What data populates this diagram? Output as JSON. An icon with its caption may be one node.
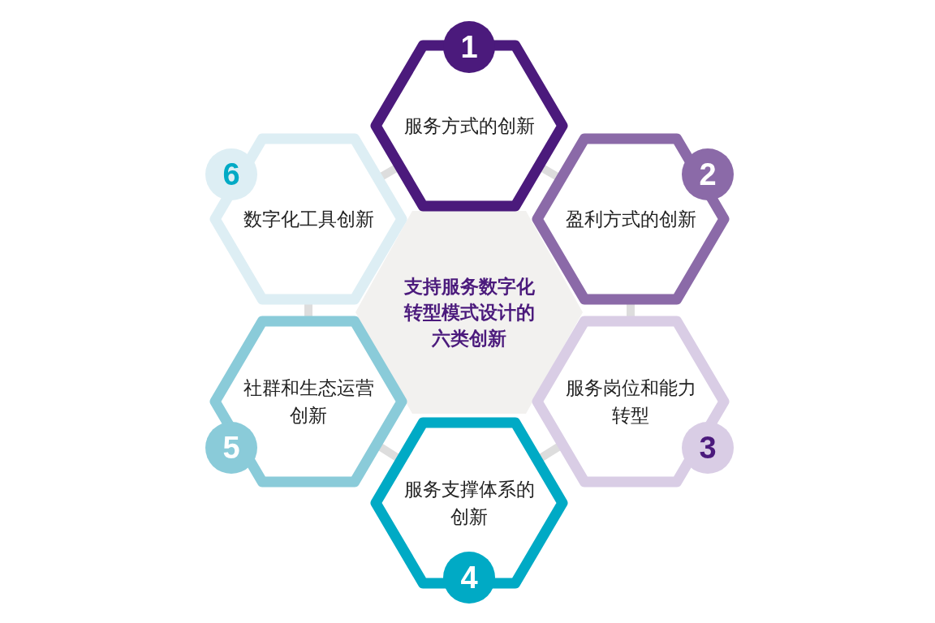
{
  "diagram": {
    "nodes": [
      {
        "text": [
          "支持服务数字化转型模式设计的六类创新"
        ]
      },
      {
        "text": [
          "1",
          "服务方式的创新"
        ]
      },
      {
        "text": [
          "2",
          "盈利方式的创新"
        ]
      },
      {
        "text": [
          "服务岗位和能力转型",
          "3"
        ]
      },
      {
        "text": [
          "服务支撑体系的创新",
          "4"
        ]
      },
      {
        "text": [
          "社群和生态运营创新",
          "5"
        ]
      },
      {
        "text": [
          "6",
          "数字化工具创新"
        ]
      }
    ],
    "edges": [
      {
        "from": 1,
        "to": 2,
        "arrow": "none"
      },
      {
        "from": 2,
        "to": 3,
        "arrow": "none"
      },
      {
        "from": 3,
        "to": 4,
        "arrow": "none"
      },
      {
        "from": 4,
        "to": 5,
        "arrow": "none"
      },
      {
        "from": 5,
        "to": 6,
        "arrow": "none"
      },
      {
        "from": 6,
        "to": 1,
        "arrow": "none"
      }
    ]
  }
}
